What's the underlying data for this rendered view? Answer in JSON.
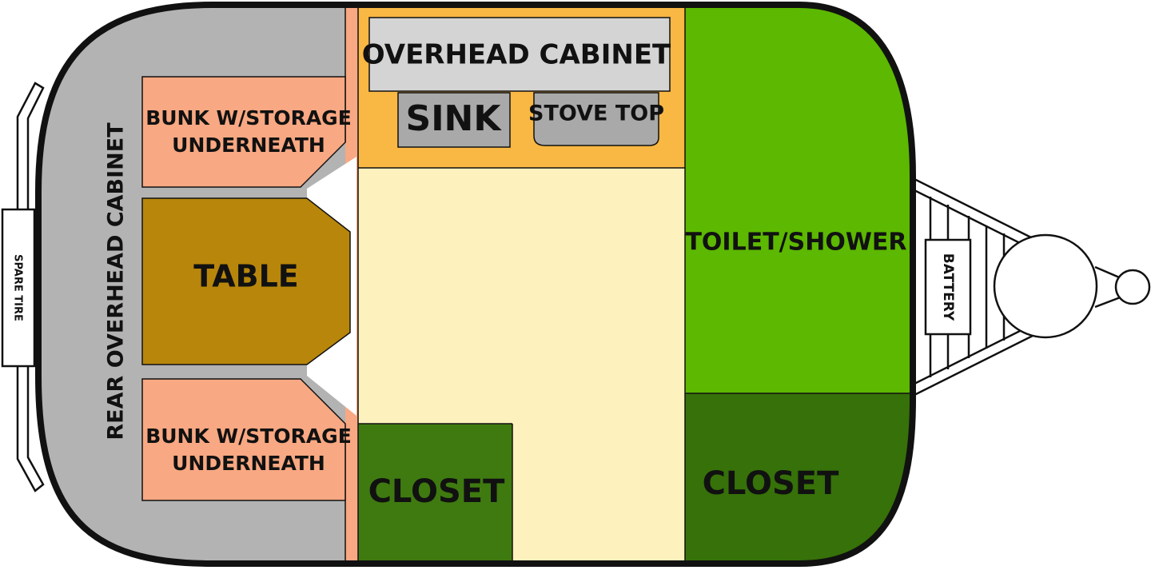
{
  "colors": {
    "rear_cabinet": "#b3b3b3",
    "bunk": "#f8a882",
    "table": "#b8860b",
    "galley": "#f9b744",
    "overhead": "#d4d4d4",
    "fixture": "#a9a9a9",
    "floor": "#fdf1bd",
    "closet_light": "#3f7a10",
    "closet_dark": "#367109",
    "bath": "#5cb800",
    "outline": "#111111"
  },
  "labels": {
    "overhead_cabinet": "OVERHEAD CABINET",
    "sink": "SINK",
    "stove_top": "STOVE TOP",
    "bunk_top_line1": "BUNK W/STORAGE",
    "bunk_top_line2": "UNDERNEATH",
    "table": "TABLE",
    "bunk_bottom_line1": "BUNK W/STORAGE",
    "bunk_bottom_line2": "UNDERNEATH",
    "rear_overhead_cabinet": "REAR OVERHEAD CABINET",
    "spare_tire": "SPARE TIRE",
    "toilet_shower": "TOILET/SHOWER",
    "battery": "BATTERY",
    "closet_left": "CLOSET",
    "closet_right": "CLOSET"
  }
}
